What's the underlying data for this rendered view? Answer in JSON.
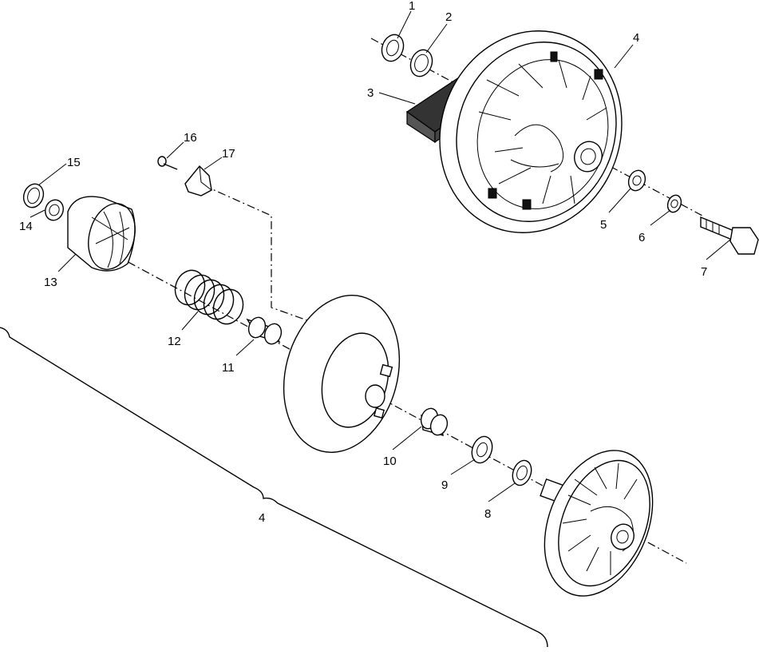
{
  "diagram": {
    "callouts": [
      {
        "id": "1",
        "label": "1"
      },
      {
        "id": "2",
        "label": "2"
      },
      {
        "id": "3",
        "label": "3"
      },
      {
        "id": "4",
        "label": "4"
      },
      {
        "id": "5",
        "label": "5"
      },
      {
        "id": "6",
        "label": "6"
      },
      {
        "id": "7",
        "label": "7"
      },
      {
        "id": "8",
        "label": "8"
      },
      {
        "id": "9",
        "label": "9"
      },
      {
        "id": "10",
        "label": "10"
      },
      {
        "id": "11",
        "label": "11"
      },
      {
        "id": "12",
        "label": "12"
      },
      {
        "id": "13",
        "label": "13"
      },
      {
        "id": "14",
        "label": "14"
      },
      {
        "id": "15",
        "label": "15"
      },
      {
        "id": "16",
        "label": "16"
      },
      {
        "id": "17",
        "label": "17"
      }
    ],
    "assembly_label": "4"
  }
}
